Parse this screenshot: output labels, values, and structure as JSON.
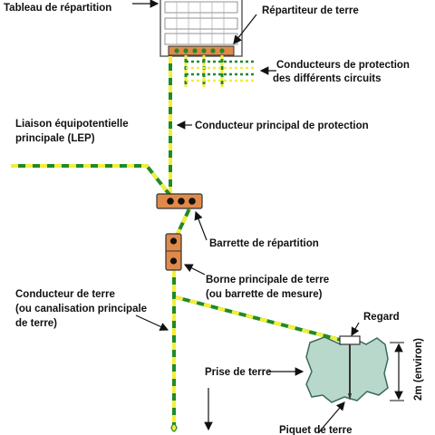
{
  "colors": {
    "conductor_green": "#1f8a2a",
    "conductor_yellow": "#f3ee3a",
    "barrette_fill": "#e08a4a",
    "ground_fill": "#b8d8cc",
    "panel_stroke": "#555555",
    "text": "#111111",
    "background": "#ffffff"
  },
  "labels": {
    "tableau": "Tableau de répartition",
    "repartiteur": "Répartiteur de terre",
    "conducteurs_protection_1": "Conducteurs de protection",
    "conducteurs_protection_2": "des différents circuits",
    "lep_1": "Liaison équipotentielle",
    "lep_2": "principale (LEP)",
    "conducteur_principal": "Conducteur principal de protection",
    "barrette_repartition": "Barrette de répartition",
    "borne_1": "Borne principale de terre",
    "borne_2": "(ou barrette de mesure)",
    "conducteur_terre_1": "Conducteur de terre",
    "conducteur_terre_2": "(ou canalisation principale",
    "conducteur_terre_3": "de terre)",
    "regard": "Regard",
    "prise_de_terre": "Prise de terre",
    "piquet_de_terre": "Piquet de terre",
    "profondeur": "2m (environ)"
  }
}
